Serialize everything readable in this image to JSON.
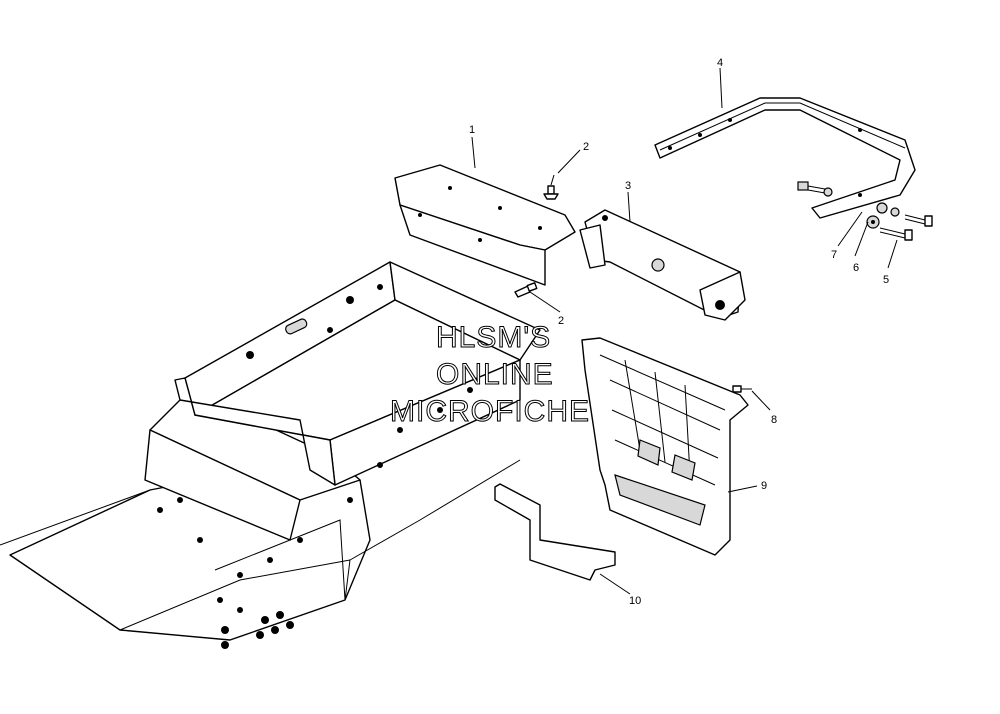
{
  "watermark": {
    "lines": [
      "HLSM'S",
      "ONLINE",
      "MICROFICHE"
    ]
  },
  "callouts": [
    {
      "id": "callout-1",
      "label": "1"
    },
    {
      "id": "callout-2a",
      "label": "2"
    },
    {
      "id": "callout-2b",
      "label": "2"
    },
    {
      "id": "callout-3",
      "label": "3"
    },
    {
      "id": "callout-4",
      "label": "4"
    },
    {
      "id": "callout-5",
      "label": "5"
    },
    {
      "id": "callout-6",
      "label": "6"
    },
    {
      "id": "callout-7",
      "label": "7"
    },
    {
      "id": "callout-8",
      "label": "8"
    },
    {
      "id": "callout-9",
      "label": "9"
    },
    {
      "id": "callout-10",
      "label": "10"
    }
  ],
  "colors": {
    "line": "#000000",
    "background": "#ffffff",
    "shade": "#d8d8d8"
  }
}
